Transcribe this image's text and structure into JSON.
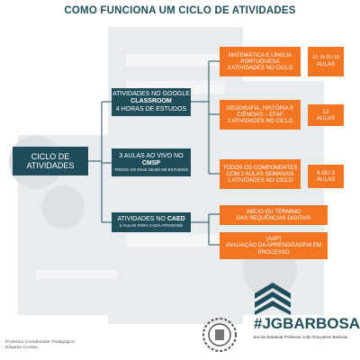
{
  "title": "COMO FUNCIONA UM CICLO DE ATIVIDADES",
  "root": {
    "label_1": "CICLO DE",
    "label_2": "ATIVIDADES"
  },
  "branches": [
    {
      "line1": "ATIVIDADES NO GOOGLE",
      "line2": "CLASSROOM",
      "line3": "4 HORAS DE ESTUDOS"
    },
    {
      "line1": "3 AULAS AO VIVO NO",
      "line2": "CMSP",
      "line3": "TODOS OS DIAS 16H30 DE ESTUDOS"
    },
    {
      "line1": "ATIVIDADES NO",
      "line1_bold": "CAED",
      "line3": "2 AULAS PARA CADA ATIVIDADE"
    }
  ],
  "classroom_items": [
    {
      "lines": [
        "MATEMÁTICA E LÍNGUA",
        "PORTUGUESA",
        "3 ATIVIDADES NO CICLO"
      ],
      "aulas": [
        "12, 15 OU 18",
        "AULAS"
      ]
    },
    {
      "lines": [
        "GEOGRAFIA, HISTÓRIA E",
        "CIÊNCIAS – EFAF",
        "2 ATIVIDADES NO CICLO"
      ],
      "aulas": [
        "12",
        "AULAS"
      ]
    },
    {
      "lines": [
        "TODOS OS COMPONENTES",
        "COM 2 AULAS SEMANAIS",
        "1 ATIVIDADES NO CICLO"
      ],
      "aulas": [
        "6 OU 3",
        "AULAS"
      ]
    }
  ],
  "caed_items": [
    {
      "lines": [
        "INÍCIO OU TÉRMINO",
        "DAS SEQUÊNCIAS DIGITAIS"
      ]
    },
    {
      "lines": [
        "(AAP)",
        "AVALIAÇÃO DA APRENDIZAGEM EM",
        "PROCESSO"
      ]
    }
  ],
  "footer": {
    "author_role": "Professor Coordenador Pedagógico",
    "author_name": "Eduardo Cursino",
    "brand": "#JGBARBOSA",
    "school": "Escola Estadual Professor João Gonçalves Barbosa"
  },
  "colors": {
    "teal": "#1f4e5a",
    "orange": "#f47521"
  }
}
